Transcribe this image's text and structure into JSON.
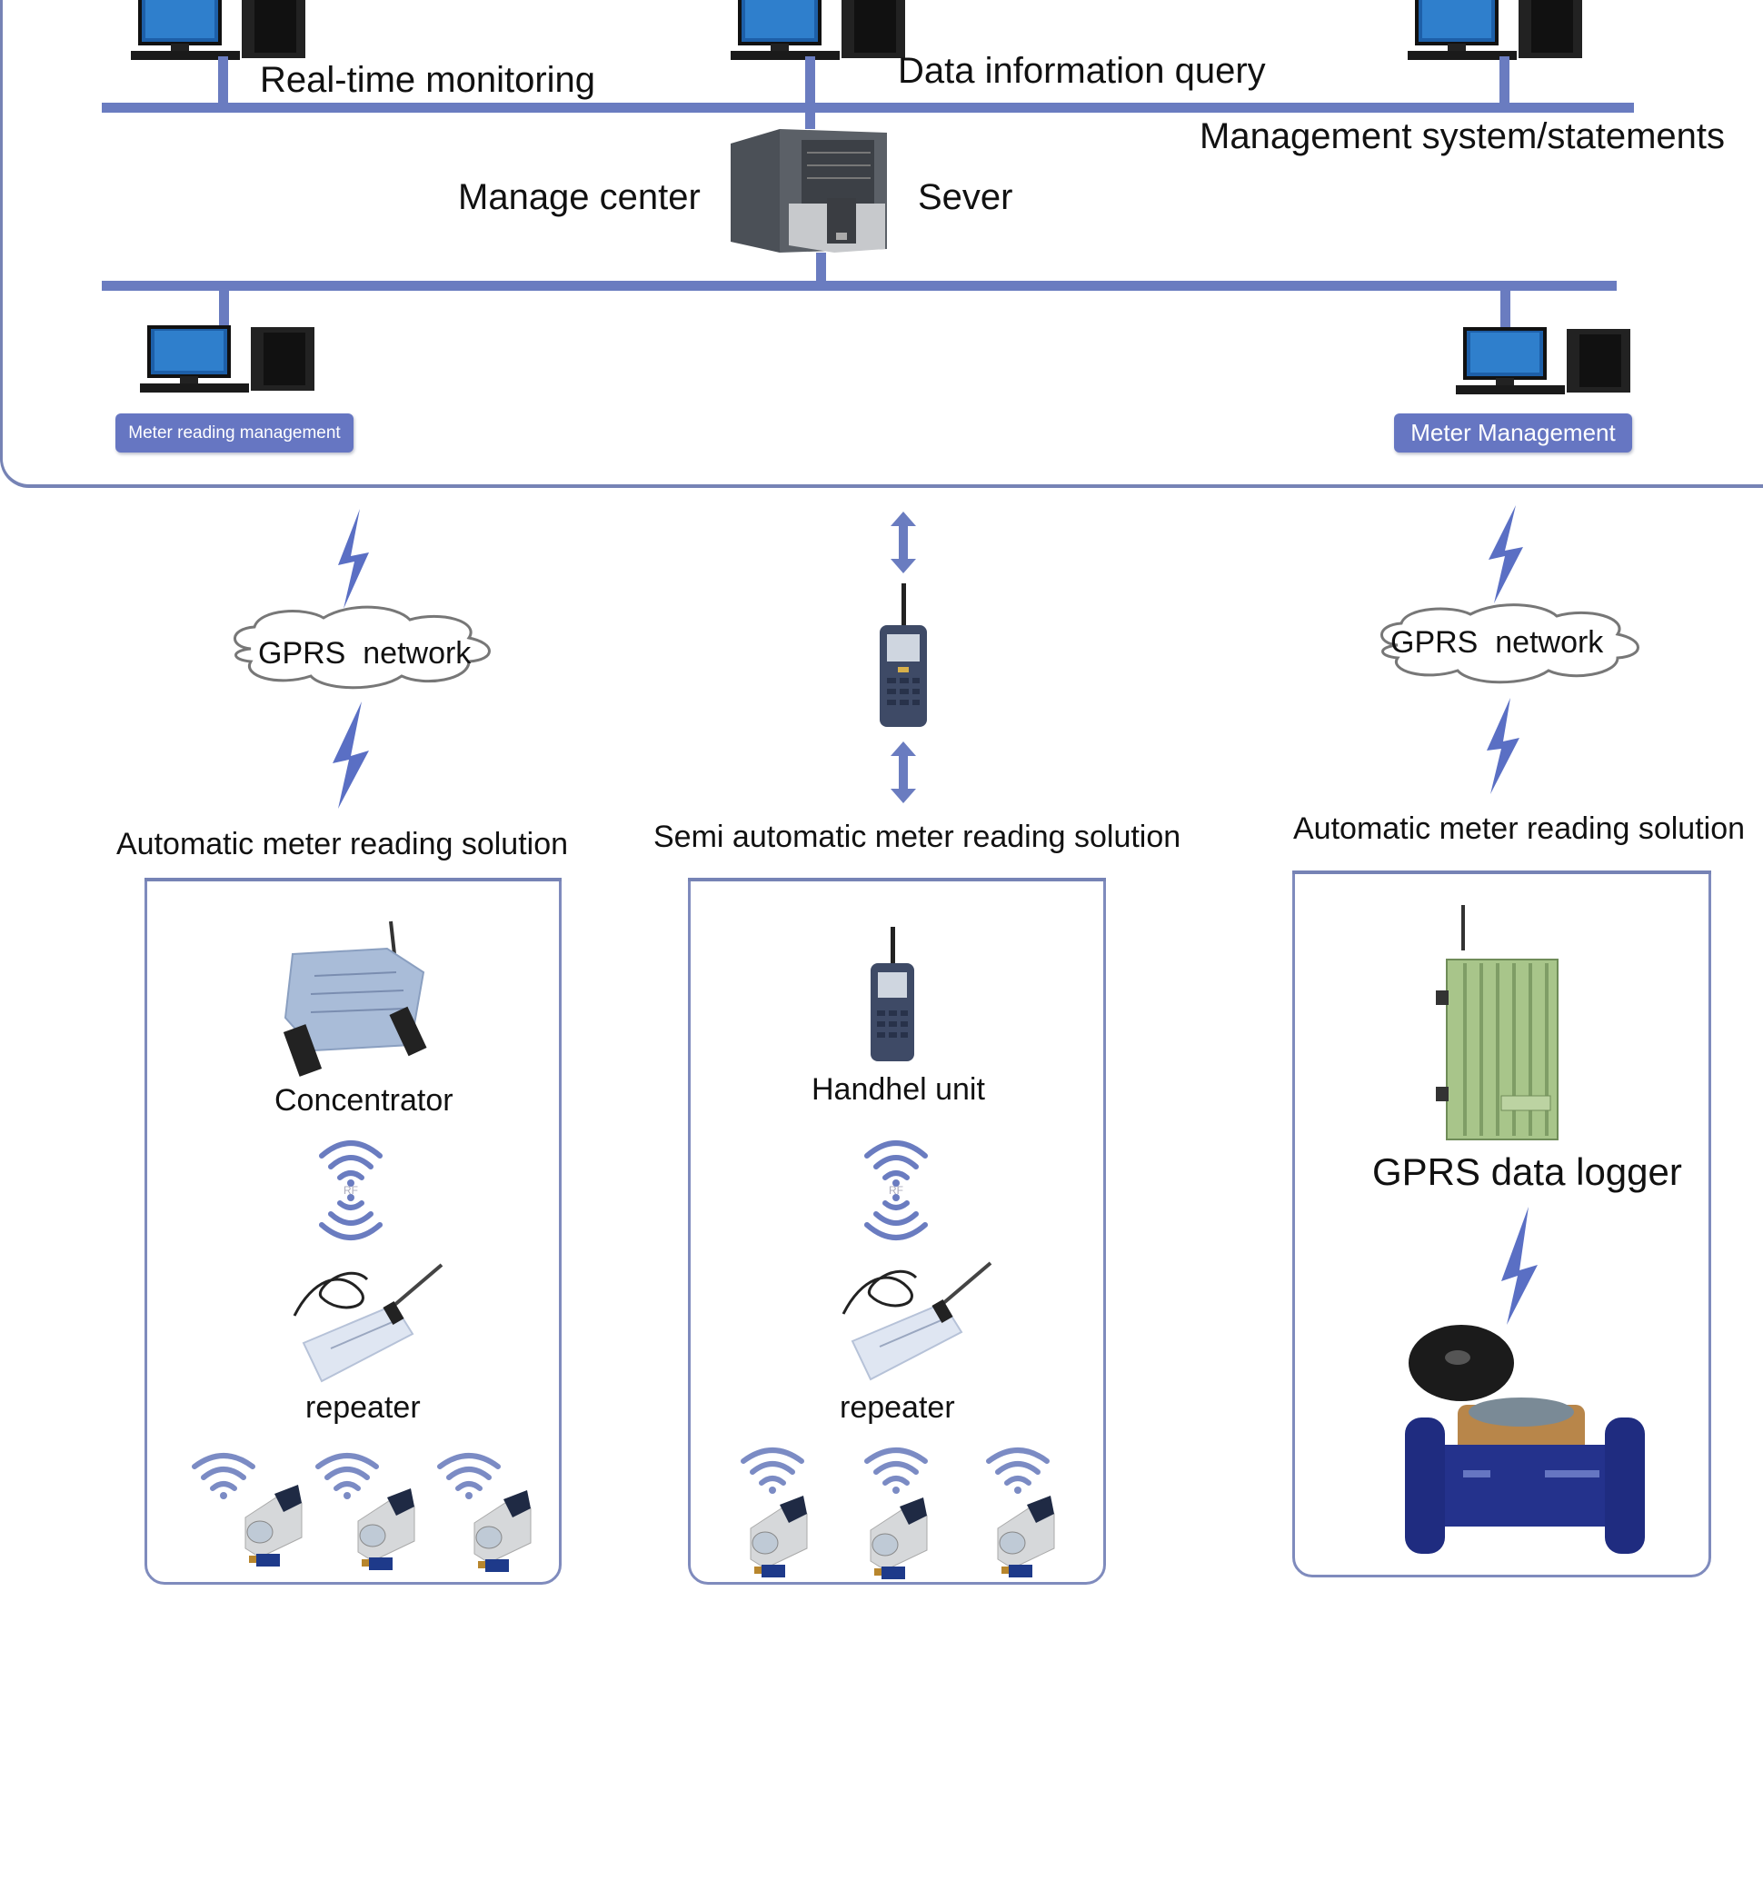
{
  "diagram": {
    "title_region": "Meter reading system architecture",
    "colors": {
      "bus": "#6a7cc0",
      "badge": "#6676c2",
      "lightning": "#5a6fc4",
      "panel_border": "#7f8bbd"
    },
    "top_network": {
      "labels": {
        "realtime": "Real-time monitoring",
        "query": "Data information query",
        "mgmt_statements": "Management system/statements",
        "manage_center": "Manage center",
        "server": "Sever"
      },
      "badges": {
        "left": "Meter reading management",
        "right": "Meter Management"
      }
    },
    "links": {
      "left_cloud": "GPRS  network",
      "right_cloud": "GPRS  network"
    },
    "solutions": [
      {
        "title": "Automatic meter reading solution",
        "device_label": "Concentrator",
        "rf_label": "RF",
        "repeater_label": "repeater",
        "meter_count": 3
      },
      {
        "title": "Semi automatic meter reading solution",
        "device_label": "Handhel unit",
        "rf_label": "RF",
        "repeater_label": "repeater",
        "meter_count": 3
      },
      {
        "title": "Automatic meter reading solution",
        "device_label": "GPRS data logger"
      }
    ]
  }
}
